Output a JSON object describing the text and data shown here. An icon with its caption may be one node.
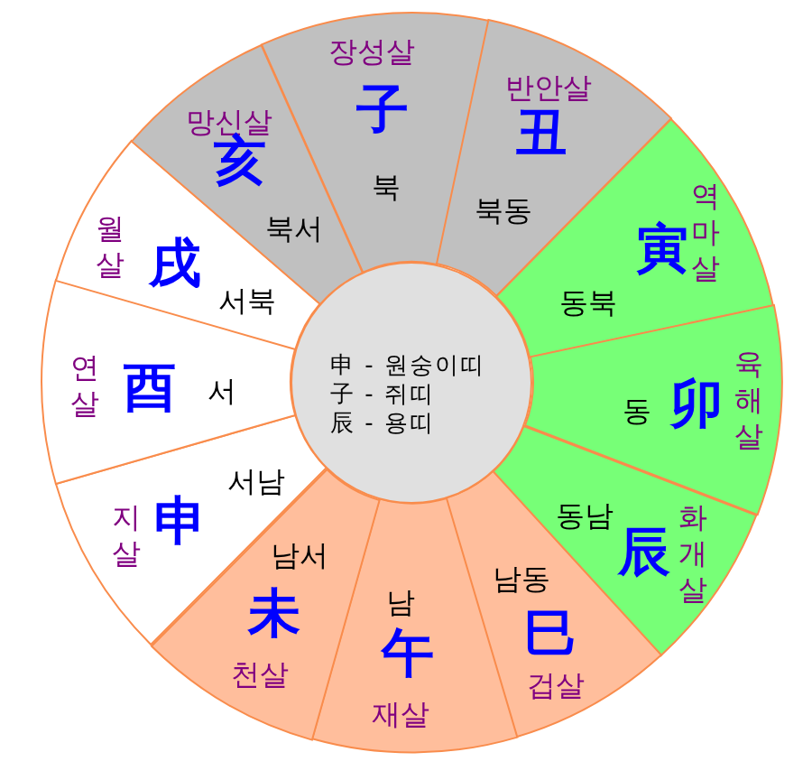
{
  "diagram": {
    "nodes": [
      {
        "text": [
          "장성살",
          "子",
          "북"
        ]
      },
      {
        "text": [
          "반안살",
          "丑",
          "북동"
        ]
      },
      {
        "text": [
          "寅",
          "역마살",
          "동북"
        ]
      },
      {
        "text": [
          "동",
          "卯",
          "육해살"
        ]
      },
      {
        "text": [
          "동남",
          "辰",
          "화개살"
        ]
      },
      {
        "text": [
          "남동",
          "巳",
          "겁살"
        ]
      },
      {
        "text": [
          "남",
          "午",
          "재살"
        ]
      },
      {
        "text": [
          "남서",
          "未",
          "천살"
        ]
      },
      {
        "text": [
          "서남",
          "지살",
          "申"
        ]
      },
      {
        "text": [
          "연살",
          "酉",
          "서"
        ]
      },
      {
        "text": [
          "월살",
          "戌",
          "서북"
        ]
      },
      {
        "text": [
          "망신살",
          "亥",
          "북서"
        ]
      },
      {
        "text": [
          "申 - 원숭이띠",
          "子 - 쥐띠",
          "辰 - 용띠"
        ]
      }
    ]
  }
}
